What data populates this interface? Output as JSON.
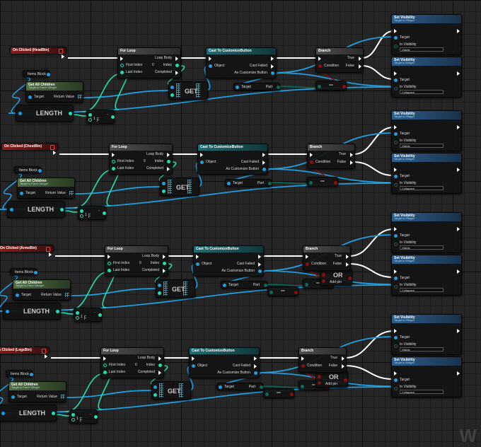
{
  "graph_sections": [
    {
      "event": "On Clicked (HeadBtn)"
    },
    {
      "event": "On Clicked (ChestBtn)"
    },
    {
      "event": "On Clicked (ArmsBtn)"
    },
    {
      "event": "On Clicked (LegsBtn)"
    }
  ],
  "labels": {
    "items_block": "Items Block",
    "get_all_children": "Get All Children",
    "target_is_panel": "Target is Panel Widget",
    "target": "Target",
    "return_value": "Return Value",
    "length": "LENGTH",
    "minus": "-",
    "one": "1",
    "zero": "0",
    "for_loop": "For Loop",
    "loop_body": "Loop Body",
    "first_index": "First Index",
    "last_index": "Last Index",
    "index": "Index",
    "completed": "Completed",
    "get": "GET",
    "cast_title": "Cast To CustomizeButton",
    "object": "Object",
    "cast_failed": "Cast Failed",
    "as_customize_button": "As Customize Button",
    "part": "Part",
    "equals": "==",
    "branch": "Branch",
    "condition": "Condition",
    "true": "True",
    "false": "False",
    "or": "OR",
    "add_pin": "Add pin",
    "set_visibility": "Set Visibility",
    "target_is_widget": "Target is Widget",
    "in_visibility": "In Visibility",
    "visible": "Visible",
    "collapsed": "Collapsed"
  },
  "colors": {
    "exec": "#ffffff",
    "object_pin": "#1e9fe0",
    "integer_pin": "#1fe0b0",
    "bool_pin": "#8e0d0d",
    "byte_pin": "#0a6b5c"
  },
  "watermark": "W"
}
